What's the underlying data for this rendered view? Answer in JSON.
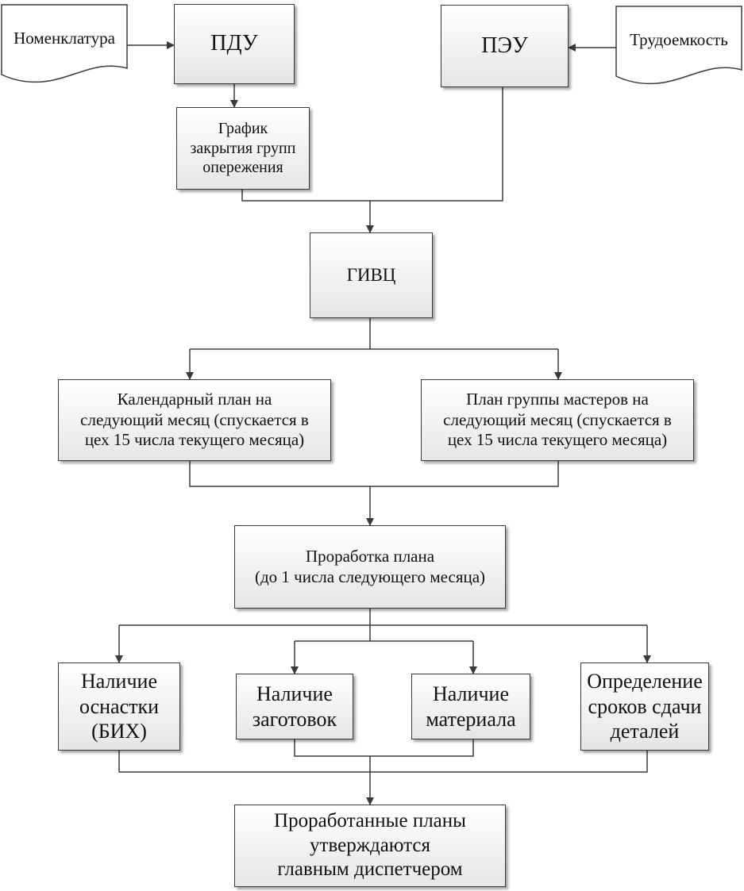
{
  "inputs": {
    "nomenclature": "Номенклатура",
    "labor_intensity": "Трудоемкость"
  },
  "nodes": {
    "pdu": "ПДУ",
    "peu": "ПЭУ",
    "schedule": "График\nзакрытия групп\nопережения",
    "givc": "ГИВЦ",
    "calendar_plan": "Календарный план на\nследующий месяц (спускается в\nцех 15 числа текущего месяца)",
    "masters_plan": "План группы мастеров на\nследующий месяц (спускается в\nцех 15 числа текущего месяца)",
    "plan_study": "Проработка плана\n(до 1 числа следующего месяца)",
    "tooling": "Наличие\nоснастки\n(БИХ)",
    "blanks": "Наличие\nзаготовок",
    "material": "Наличие\nматериала",
    "deadlines": "Определение\nсроков сдачи\nдеталей",
    "approved": "Проработанные планы\nутверждаются\nглавным диспетчером"
  },
  "colors": {
    "line": "#3a3a3a",
    "box_top": "#ffffff",
    "box_bottom": "#e6e6e6"
  }
}
